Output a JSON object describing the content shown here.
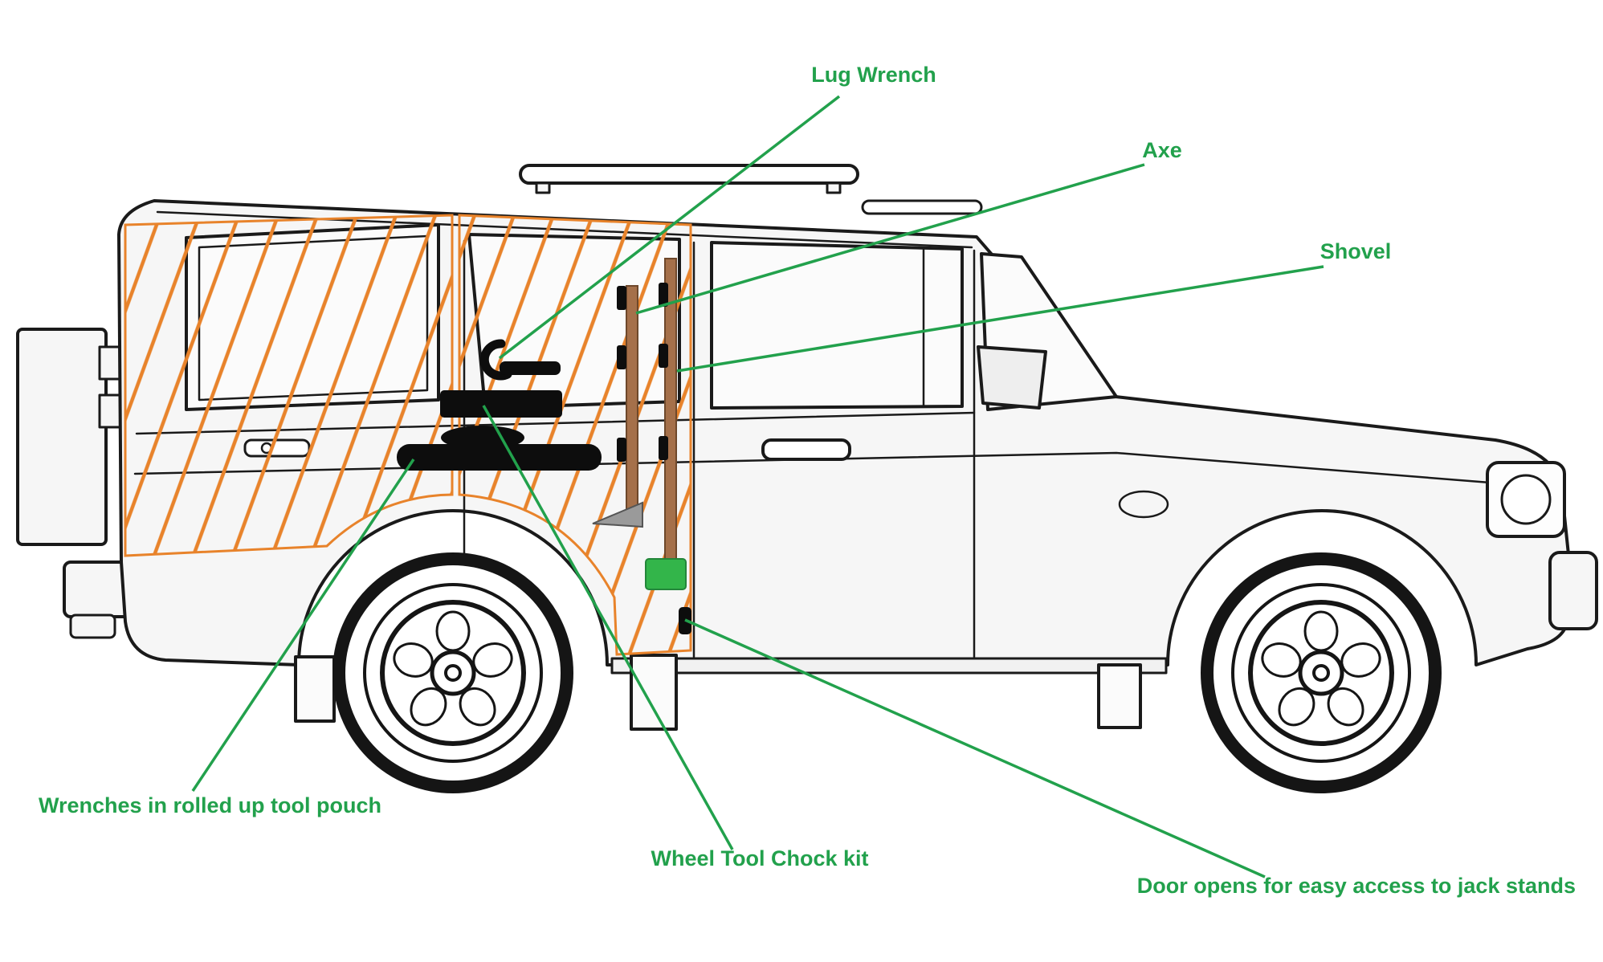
{
  "diagram": {
    "subject": "SUV side-view tool storage diagram"
  },
  "annotations": [
    {
      "id": "lug-wrench",
      "label": "Lug Wrench"
    },
    {
      "id": "axe",
      "label": "Axe"
    },
    {
      "id": "shovel",
      "label": "Shovel"
    },
    {
      "id": "wrenches-pouch",
      "label": "Wrenches in rolled up tool pouch"
    },
    {
      "id": "wheel-chock-kit",
      "label": "Wheel Tool Chock kit"
    },
    {
      "id": "door-access",
      "label": "Door opens for easy access to jack stands"
    }
  ],
  "colors": {
    "annotation_green": "#22A14C",
    "hatch_orange": "#E8832B",
    "tool_brown": "#A5704A",
    "chock_green": "#33B54A",
    "line_black": "#1A1A1A",
    "body_fill": "#F6F6F6"
  }
}
